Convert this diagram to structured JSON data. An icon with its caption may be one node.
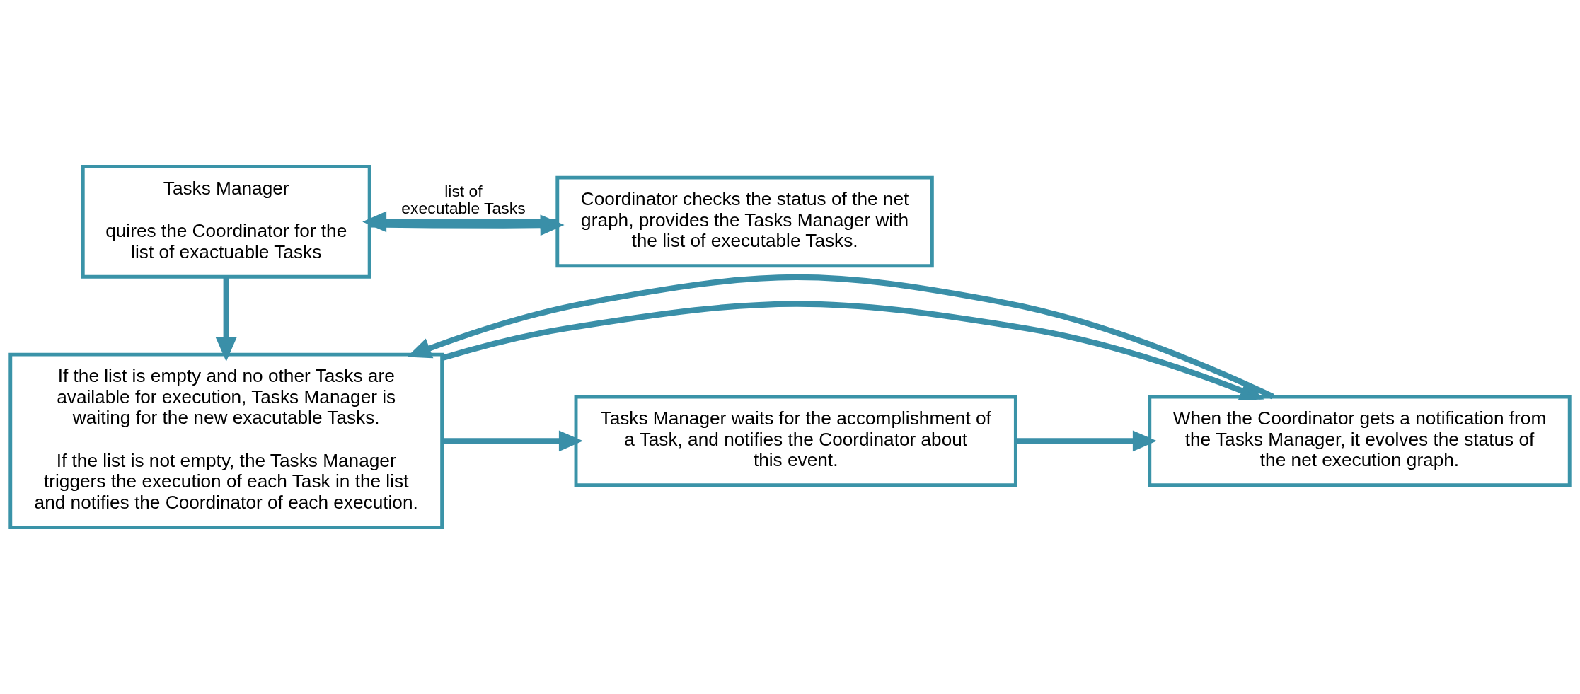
{
  "diagram": {
    "nodes": [
      {
        "text": [
          "Tasks Manager",
          "quires the Coordinator for the list of exactuable Tasks"
        ]
      },
      {
        "text": [
          "Coordinator checks the status of the net graph, provides the Tasks Manager with the list of executable Tasks."
        ]
      },
      {
        "text": [
          "If the list is empty and no other Tasks are available for execution, Tasks Manager is waiting for the new exacutable Tasks.",
          "If the list is not empty, the Tasks Manager triggers the execution of each Task in the list and notifies the Coordinator of each execution."
        ]
      },
      {
        "text": [
          "When the Coordinator gets a notification from the Tasks Manager, it evolves the status of the net execution graph."
        ]
      },
      {
        "text": [
          "Tasks Manager waits for the accomplishment of a Task, and notifies the Coordinator about this event."
        ]
      }
    ],
    "edges": [
      {
        "from": 0,
        "to": 1,
        "arrow": "to"
      },
      {
        "from": 1,
        "to": 0,
        "arrow": "to",
        "label": "list of executable Tasks"
      },
      {
        "from": 0,
        "to": 2,
        "arrow": "to"
      },
      {
        "from": 2,
        "to": 3,
        "arrow": "to"
      },
      {
        "from": 3,
        "to": 2,
        "arrow": "to"
      },
      {
        "from": 2,
        "to": 4,
        "arrow": "to"
      },
      {
        "from": 4,
        "to": 3,
        "arrow": "to"
      }
    ]
  }
}
